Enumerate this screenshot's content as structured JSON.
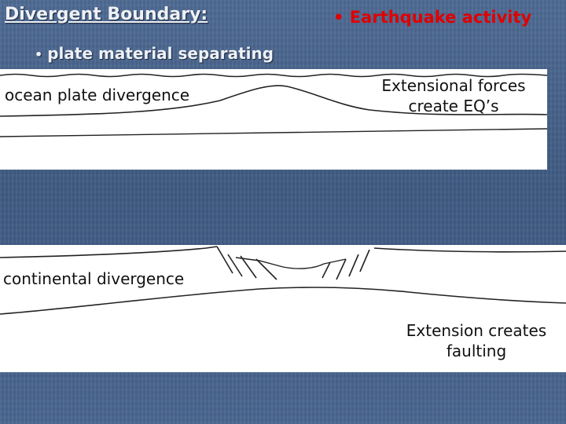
{
  "slide": {
    "title": "Divergent Boundary:",
    "bullet_top_right": "Earthquake activity",
    "bullet_main": "plate material separating",
    "bullet_symbol": "•"
  },
  "ocean_panel": {
    "label": "ocean plate divergence",
    "caption_line1": "Extensional forces",
    "caption_line2": "create EQ’s"
  },
  "continental_panel": {
    "label": "continental divergence",
    "caption_line1": "Extension creates",
    "caption_line2": "faulting"
  },
  "colors": {
    "background": "#445f88",
    "title_text": "#eef1f6",
    "highlight_red": "#e00000",
    "panel": "#ffffff",
    "line_art": "#222222"
  }
}
